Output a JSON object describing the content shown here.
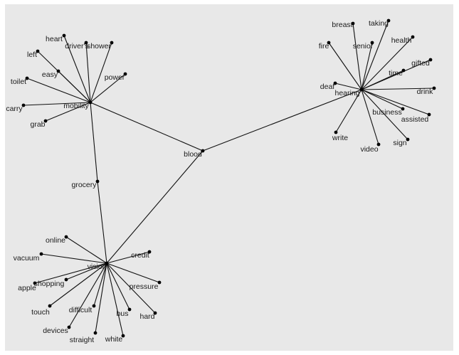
{
  "diagram": {
    "type": "network",
    "colors": {
      "background": "#e8e8e8",
      "edge": "#111111",
      "node": "#000000",
      "text": "#1a1a1a"
    },
    "nodes": [
      {
        "id": "blood",
        "label": "blood"
      },
      {
        "id": "mobility",
        "label": "mobility"
      },
      {
        "id": "hearing",
        "label": "hearing"
      },
      {
        "id": "vision",
        "label": "vision"
      },
      {
        "id": "grocery",
        "label": "grocery"
      },
      {
        "id": "heart",
        "label": "heart"
      },
      {
        "id": "drivers",
        "label": "driver's"
      },
      {
        "id": "shower",
        "label": "shower"
      },
      {
        "id": "left",
        "label": "left"
      },
      {
        "id": "easy",
        "label": "easy"
      },
      {
        "id": "power",
        "label": "power"
      },
      {
        "id": "toilet",
        "label": "toilet"
      },
      {
        "id": "carry",
        "label": "carry"
      },
      {
        "id": "grab",
        "label": "grab"
      },
      {
        "id": "breast",
        "label": "breast"
      },
      {
        "id": "taking",
        "label": "taking"
      },
      {
        "id": "fire",
        "label": "fire"
      },
      {
        "id": "senior",
        "label": "senior"
      },
      {
        "id": "health",
        "label": "health"
      },
      {
        "id": "gifted",
        "label": "gifted"
      },
      {
        "id": "time",
        "label": "time"
      },
      {
        "id": "deaf",
        "label": "deaf"
      },
      {
        "id": "drink",
        "label": "drink"
      },
      {
        "id": "business",
        "label": "business"
      },
      {
        "id": "assisted",
        "label": "assisted"
      },
      {
        "id": "write",
        "label": "write"
      },
      {
        "id": "sign",
        "label": "sign"
      },
      {
        "id": "video",
        "label": "video"
      },
      {
        "id": "online",
        "label": "online"
      },
      {
        "id": "vacuum",
        "label": "vacuum"
      },
      {
        "id": "credit",
        "label": "credit"
      },
      {
        "id": "shopping",
        "label": "shopping"
      },
      {
        "id": "apple",
        "label": "apple"
      },
      {
        "id": "pressure",
        "label": "pressure"
      },
      {
        "id": "touch",
        "label": "touch"
      },
      {
        "id": "difficult",
        "label": "difficult"
      },
      {
        "id": "bus",
        "label": "bus"
      },
      {
        "id": "hard",
        "label": "hard"
      },
      {
        "id": "devices",
        "label": "devices"
      },
      {
        "id": "straight",
        "label": "straight"
      },
      {
        "id": "white",
        "label": "white"
      }
    ],
    "edges": [
      [
        "mobility",
        "blood"
      ],
      [
        "hearing",
        "blood"
      ],
      [
        "vision",
        "blood"
      ],
      [
        "mobility",
        "grocery"
      ],
      [
        "grocery",
        "vision"
      ],
      [
        "mobility",
        "heart"
      ],
      [
        "mobility",
        "drivers"
      ],
      [
        "mobility",
        "shower"
      ],
      [
        "mobility",
        "left"
      ],
      [
        "mobility",
        "easy"
      ],
      [
        "mobility",
        "power"
      ],
      [
        "mobility",
        "toilet"
      ],
      [
        "mobility",
        "carry"
      ],
      [
        "mobility",
        "grab"
      ],
      [
        "hearing",
        "breast"
      ],
      [
        "hearing",
        "taking"
      ],
      [
        "hearing",
        "fire"
      ],
      [
        "hearing",
        "senior"
      ],
      [
        "hearing",
        "health"
      ],
      [
        "hearing",
        "gifted"
      ],
      [
        "hearing",
        "time"
      ],
      [
        "hearing",
        "deaf"
      ],
      [
        "hearing",
        "drink"
      ],
      [
        "hearing",
        "business"
      ],
      [
        "hearing",
        "assisted"
      ],
      [
        "hearing",
        "write"
      ],
      [
        "hearing",
        "sign"
      ],
      [
        "hearing",
        "video"
      ],
      [
        "vision",
        "online"
      ],
      [
        "vision",
        "vacuum"
      ],
      [
        "vision",
        "credit"
      ],
      [
        "vision",
        "shopping"
      ],
      [
        "vision",
        "apple"
      ],
      [
        "vision",
        "pressure"
      ],
      [
        "vision",
        "touch"
      ],
      [
        "vision",
        "difficult"
      ],
      [
        "vision",
        "bus"
      ],
      [
        "vision",
        "hard"
      ],
      [
        "vision",
        "devices"
      ],
      [
        "vision",
        "straight"
      ],
      [
        "vision",
        "white"
      ]
    ]
  }
}
